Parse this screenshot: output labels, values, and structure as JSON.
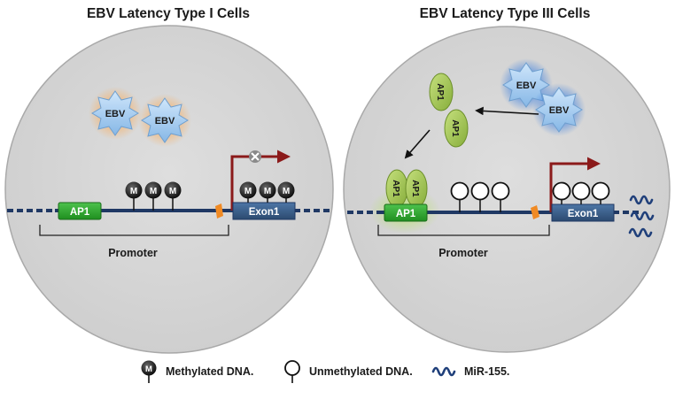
{
  "left_panel": {
    "title": "EBV Latency Type I Cells",
    "ebv_label": "EBV",
    "ap1_label": "AP1",
    "methyl_mark": "M",
    "exon_label": "Exon1",
    "promoter_label": "Promoter"
  },
  "right_panel": {
    "title": "EBV Latency Type III Cells",
    "ebv_label": "EBV",
    "ap1_label": "AP1",
    "exon_label": "Exon1",
    "promoter_label": "Promoter"
  },
  "legend": {
    "methylated_mark": "M",
    "methylated": "Methylated DNA.",
    "unmethylated": "Unmethylated DNA.",
    "mir": "MiR-155."
  },
  "colors": {
    "cell_fill": "#d6d6d6",
    "dna_line": "#1f3864",
    "ap1_green": "#2fa82f",
    "ap1_oval": "#9cc24d",
    "exon_blue": "#3a5f8a",
    "arrow_red": "#8b1a1a",
    "ebv_blue": "#9ec9ee",
    "ebv_glow_orange": "#f5b26b",
    "ebv_glow_blue": "#4f8fe0",
    "orange_marker": "#f08a24"
  }
}
